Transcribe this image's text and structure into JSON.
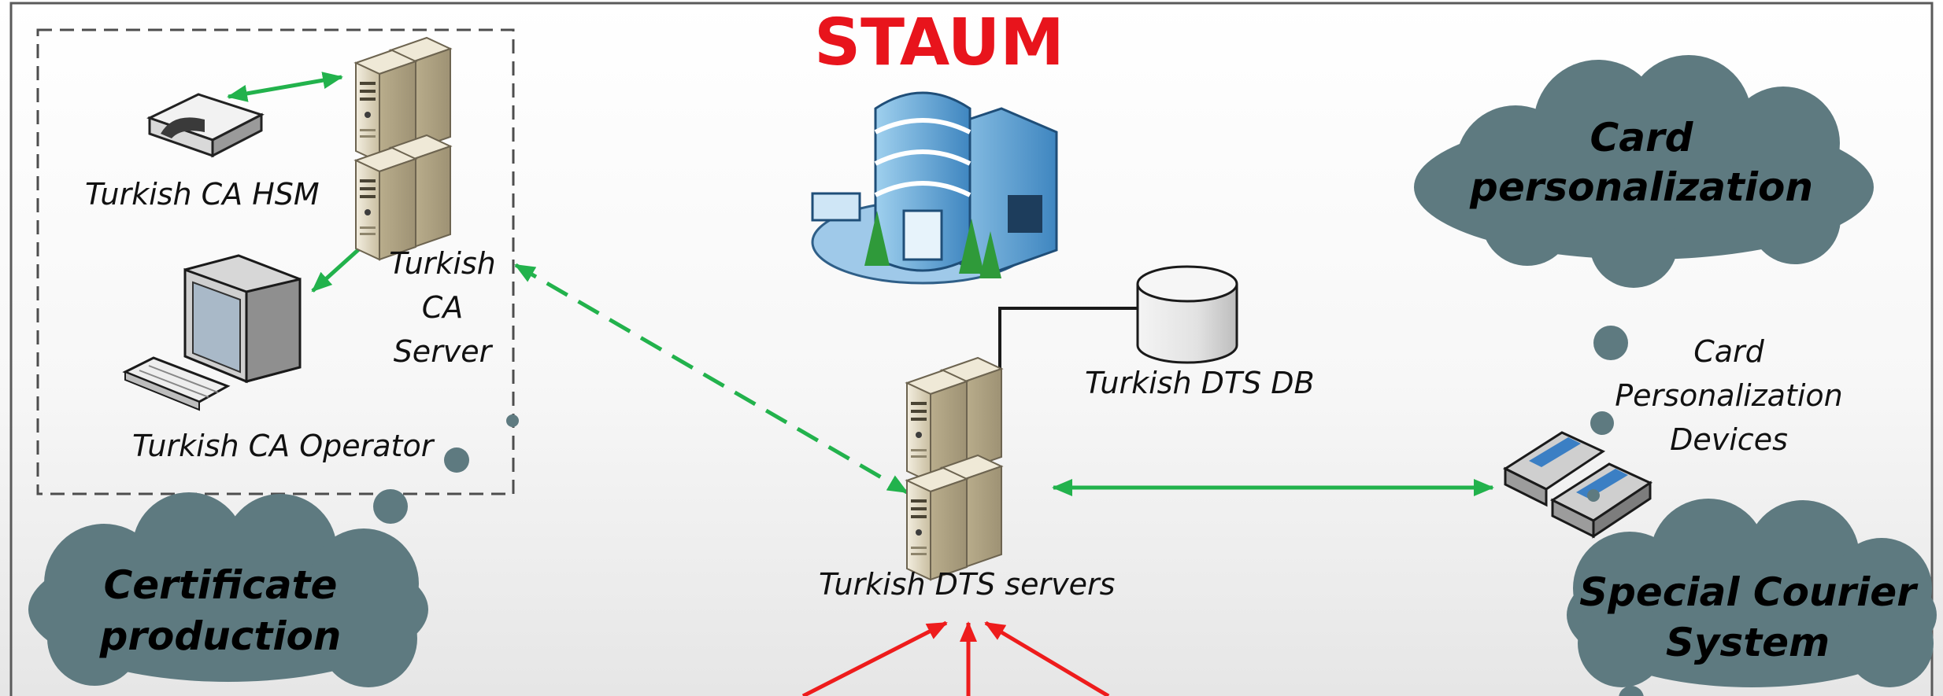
{
  "title": "STAUM",
  "labels": {
    "hsm": "Turkish CA HSM",
    "ca_server_1": "Turkish",
    "ca_server_2": "CA",
    "ca_server_3": "Server",
    "ca_operator": "Turkish CA Operator",
    "dts_db": "Turkish DTS DB",
    "dts_servers": "Turkish DTS servers",
    "card_devices_1": "Card",
    "card_devices_2": "Personalization",
    "card_devices_3": "Devices"
  },
  "clouds": {
    "card_personalization_1": "Card",
    "card_personalization_2": "personalization",
    "certificate_production_1": "Certificate",
    "certificate_production_2": "production",
    "special_courier_1": "Special Courier",
    "special_courier_2": "System"
  },
  "colors": {
    "title": "#e8141c",
    "green_link": "#22b24c",
    "red_link": "#ee1c1c",
    "cloud": "#5e7a80",
    "server_face": "#e4dcc6"
  },
  "icons": [
    "hsm-icon",
    "ca-server-icon",
    "operator-workstation-icon",
    "staum-building-icon",
    "dts-db-icon",
    "dts-server-icon",
    "card-device-icon"
  ]
}
